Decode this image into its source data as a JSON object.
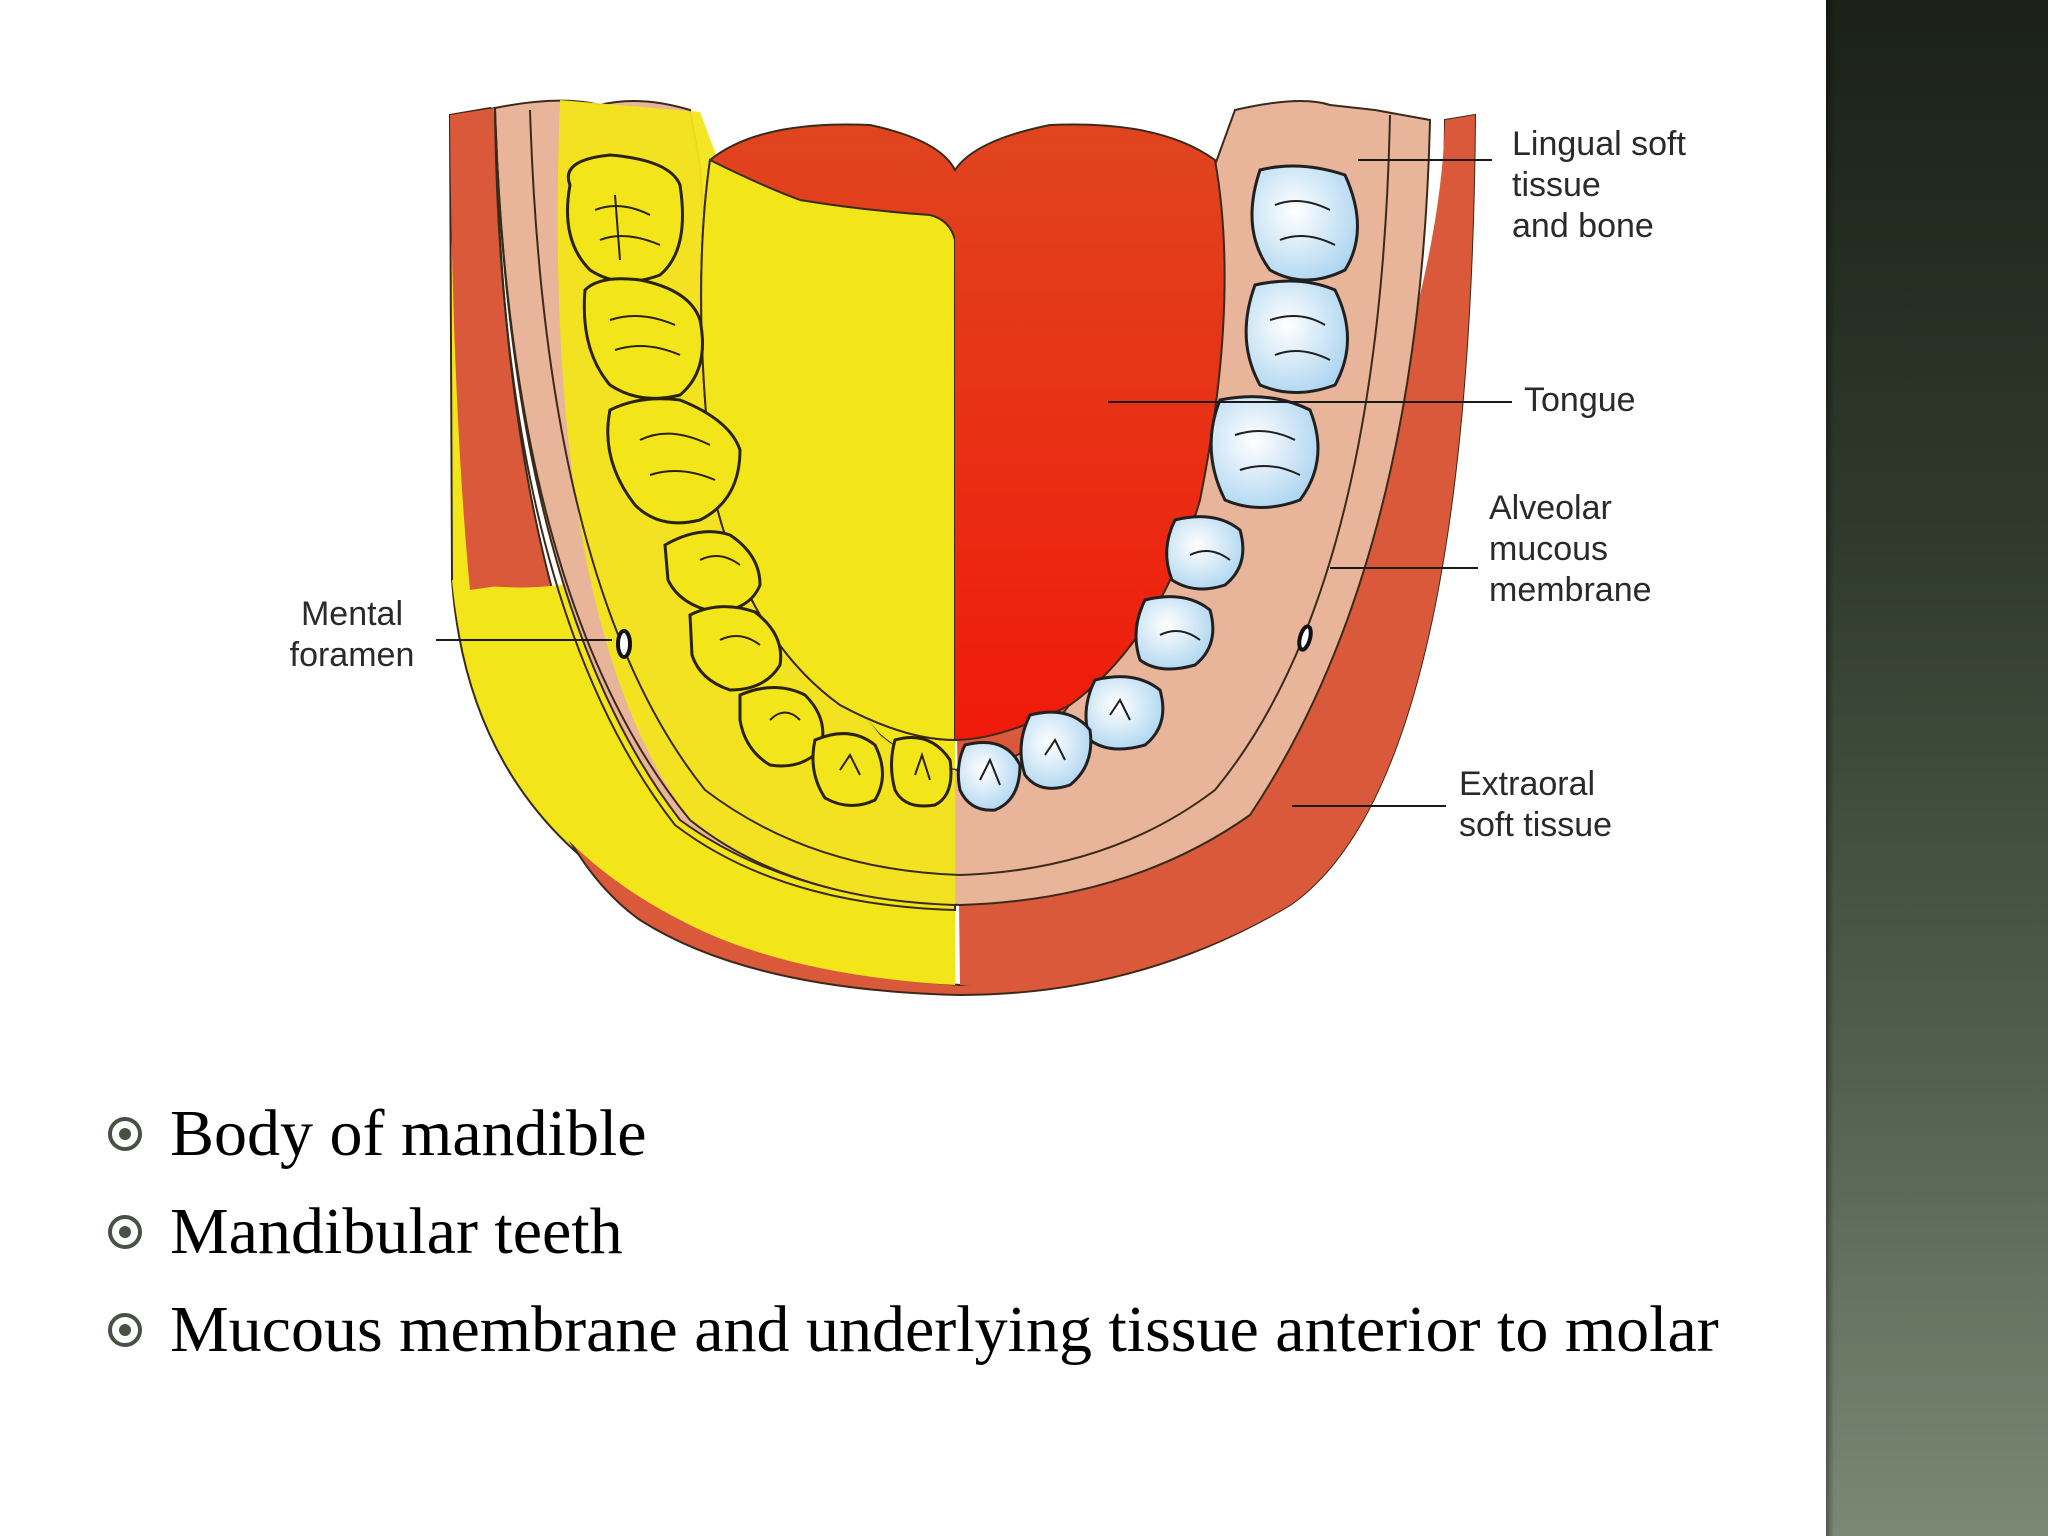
{
  "figure": {
    "labels": {
      "lingual": "Lingual soft\ntissue\nand bone",
      "tongue": "Tongue",
      "alveolar": "Alveolar\nmucous\nmembrane",
      "extraoral": "Extraoral\nsoft tissue",
      "mental": "Mental\nforamen"
    },
    "colors": {
      "anesthetized": "#f2e51a",
      "extraoral_tissue": "#d9593a",
      "gingiva": "#e8b59a",
      "tongue": "#e8280e",
      "teeth_unaffected": "#cfe6f5",
      "side_panel": "#2f3a2c"
    }
  },
  "bullets": [
    "Body of mandible",
    "Mandibular teeth",
    "Mucous membrane and underlying tissue anterior to molar"
  ]
}
